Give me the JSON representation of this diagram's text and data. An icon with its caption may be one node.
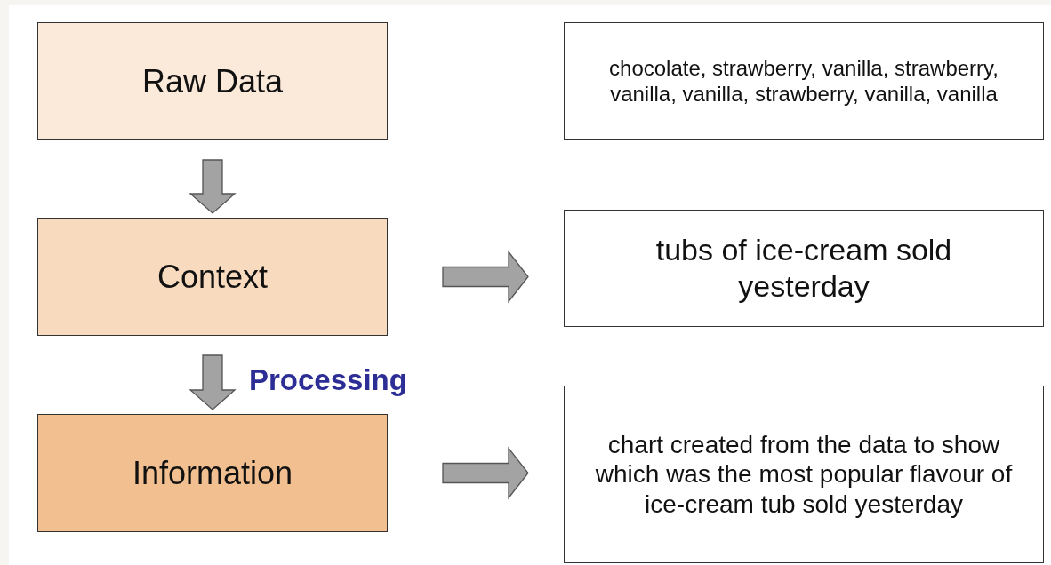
{
  "diagram": {
    "nodes": [
      {
        "text": [
          "Raw Data"
        ]
      },
      {
        "text": [
          "Context"
        ]
      },
      {
        "text": [
          "Information"
        ]
      },
      {
        "text": [
          "chocolate, strawberry, vanilla, strawberry, vanilla, vanilla, strawberry, vanilla, vanilla"
        ]
      },
      {
        "text": [
          "tubs of ice-cream sold yesterday"
        ]
      },
      {
        "text": [
          "chart created from the data to show which was the most popular flavour of ice-cream tub sold yesterday"
        ]
      }
    ],
    "edges": [
      {
        "from": 0,
        "to": 1,
        "arrow": "to"
      },
      {
        "from": 1,
        "to": 2,
        "arrow": "to",
        "label": "Processing"
      },
      {
        "from": 1,
        "to": 4,
        "arrow": "to"
      },
      {
        "from": 2,
        "to": 5,
        "arrow": "to"
      }
    ]
  }
}
